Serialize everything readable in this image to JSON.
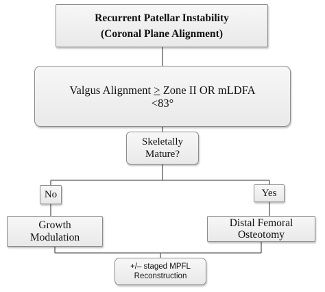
{
  "title": {
    "line1": "Recurrent Patellar Instability",
    "line2": "(Coronal Plane Alignment)"
  },
  "criteria": {
    "prefix": "Valgus Alignment ",
    "symbol": ">",
    "suffix": " Zone II OR mLDFA",
    "line2": "<83°"
  },
  "decision": {
    "line1": "Skeletally",
    "line2": "Mature?"
  },
  "branches": {
    "no_label": "No",
    "yes_label": "Yes"
  },
  "outcomes": {
    "no": {
      "line1": "Growth",
      "line2": "Modulation"
    },
    "yes": {
      "line1": "Distal Femoral",
      "line2": "Osteotomy"
    }
  },
  "final": {
    "line1": "+/– staged MPFL",
    "line2": "Reconstruction"
  },
  "colors": {
    "box_border": "#8c8c8c",
    "box_fill_top": "#f7f7f7",
    "box_fill_bottom": "#e9e9e9",
    "line": "#777777",
    "text": "#111111"
  }
}
